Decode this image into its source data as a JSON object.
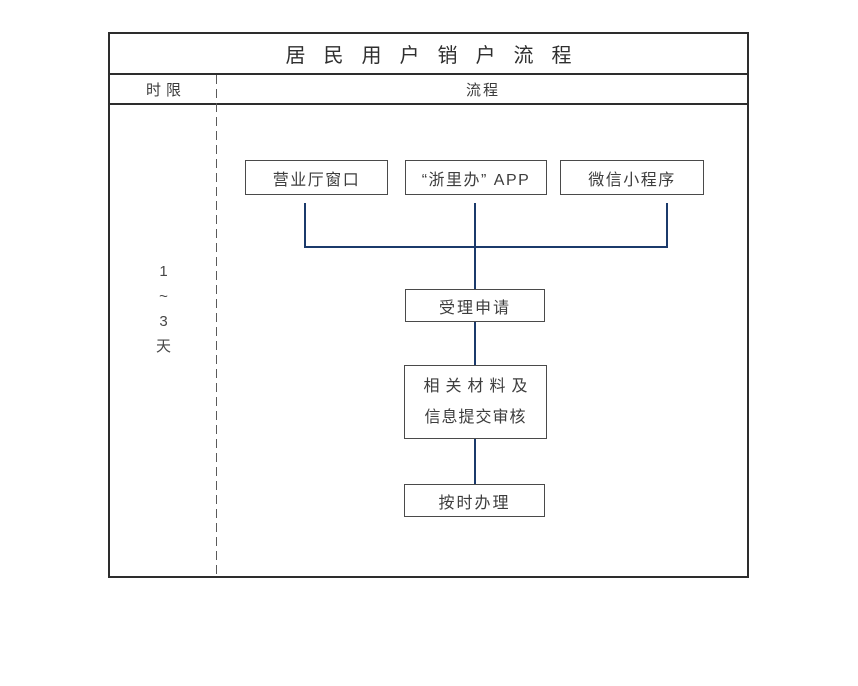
{
  "title": "居民用户销户流程",
  "columns": {
    "time_limit": "时限",
    "process": "流程"
  },
  "duration": {
    "chars": [
      "1",
      "~",
      "3",
      "天"
    ]
  },
  "channels": [
    {
      "label": "营业厅窗口"
    },
    {
      "label": "“浙里办” APP"
    },
    {
      "label": "微信小程序"
    }
  ],
  "steps": [
    {
      "label": "受理申请"
    },
    {
      "label_line1": "相关材料及",
      "label_line2": "信息提交审核"
    },
    {
      "label": "按时办理"
    }
  ],
  "colors": {
    "connector_line": "#1b3a6b",
    "box_border": "#4a4a4a",
    "table_border": "#2d2d2d",
    "text": "#3d3d3d"
  }
}
